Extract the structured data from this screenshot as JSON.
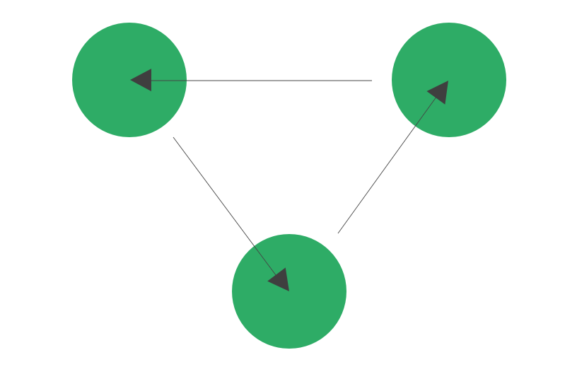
{
  "diagram": {
    "node_fill": "#2EAC66",
    "edge_color": "#444444",
    "arrowhead_color": "#3F3F3F",
    "nodes": [
      {
        "id": "left"
      },
      {
        "id": "right"
      },
      {
        "id": "bottom"
      }
    ],
    "edges": [
      {
        "from": "right",
        "to": "left"
      },
      {
        "from": "left",
        "to": "bottom"
      },
      {
        "from": "bottom",
        "to": "right"
      }
    ]
  }
}
